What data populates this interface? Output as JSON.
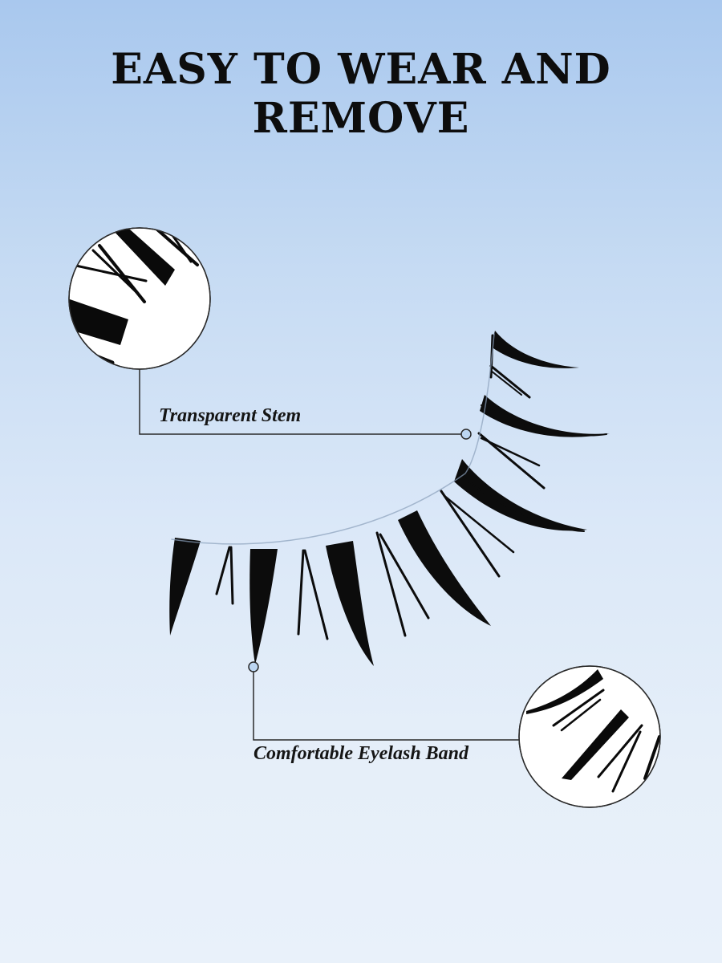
{
  "headline": "EASY TO WEAR AND REMOVE",
  "callouts": {
    "stem_label": "Transparent Stem",
    "band_label": "Comfortable Eyelash Band"
  },
  "colors": {
    "background_top": "#a9c8ee",
    "background_bottom": "#e9f1fa",
    "lash": "#0c0c0c",
    "leader_line": "#2a2a2a",
    "marker_fill": "#bcd6f2",
    "zoom_circle_fill": "#ffffff"
  }
}
